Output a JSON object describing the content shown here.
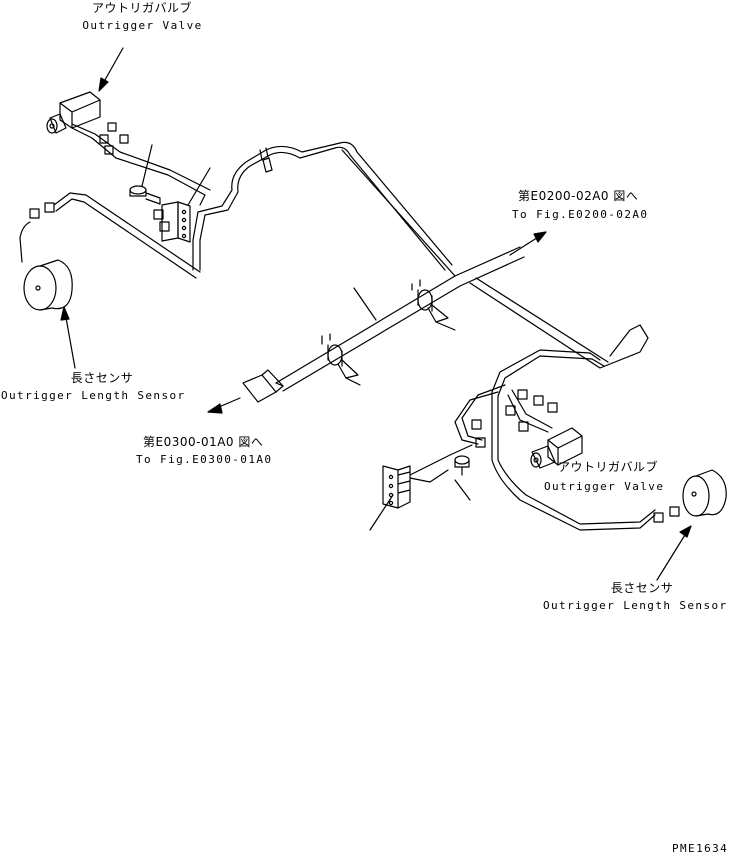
{
  "labels": {
    "valve_top_jp": "アウトリガバルブ",
    "valve_top_en": "Outrigger Valve",
    "fig_e0200_jp": "第E0200-02A0 図へ",
    "fig_e0200_en": "To Fig.E0200-02A0",
    "sensor_left_jp": "長さセンサ",
    "sensor_left_en": "Outrigger Length Sensor",
    "fig_e0300_jp": "第E0300-01A0 図へ",
    "fig_e0300_en": "To Fig.E0300-01A0",
    "valve_right_jp": "アウトリガバルブ",
    "valve_right_en": "Outrigger Valve",
    "sensor_right_jp": "長さセンサ",
    "sensor_right_en": "Outrigger Length Sensor",
    "drawing_code": "PME1634"
  }
}
